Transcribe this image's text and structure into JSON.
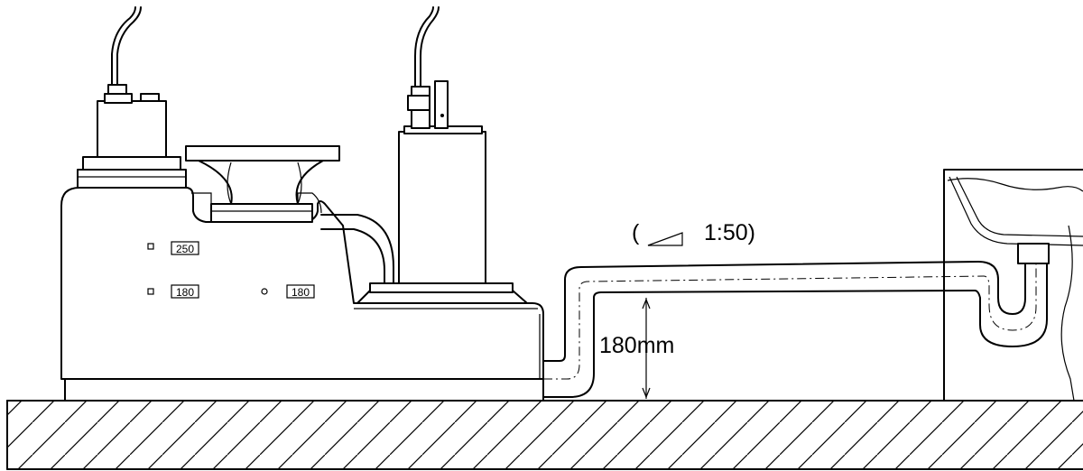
{
  "labels": {
    "slope_open": "(",
    "slope_ratio": "1:50)",
    "height": "180mm"
  },
  "unit_markings": {
    "a": "250",
    "b": "180",
    "c": "180"
  }
}
